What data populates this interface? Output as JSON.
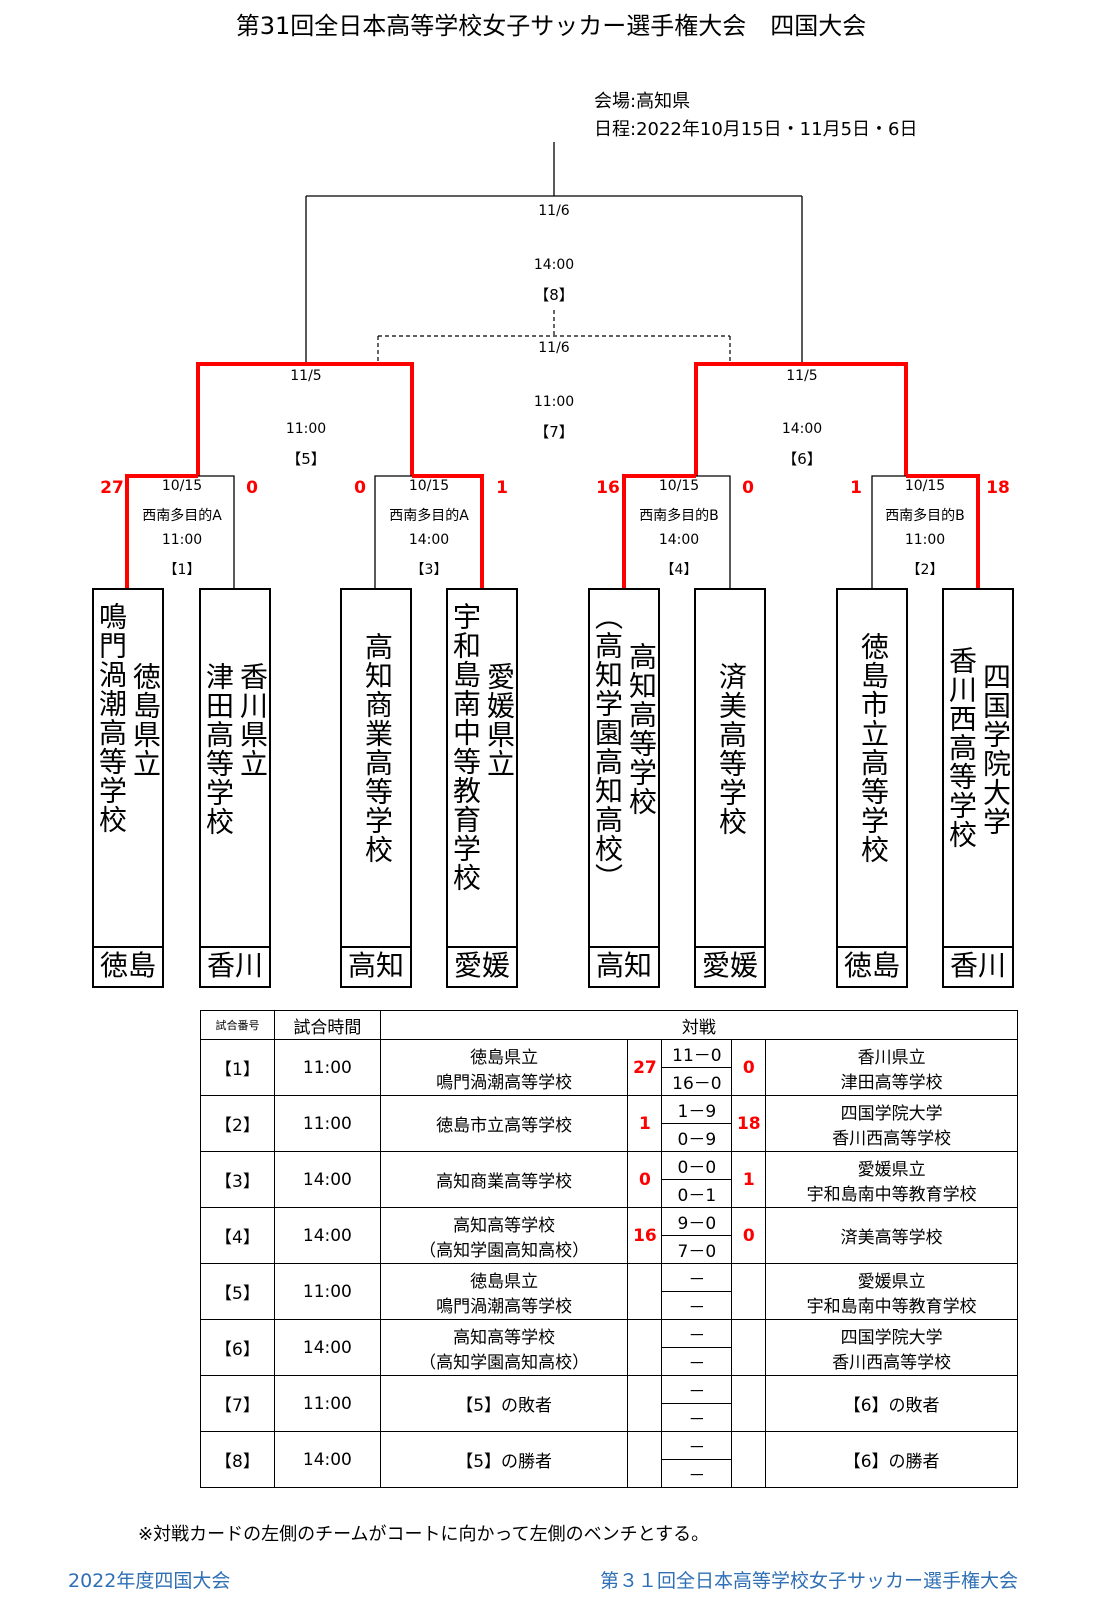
{
  "title": "第31回全日本高等学校女子サッカー選手権大会　四国大会",
  "venue": "会場:高知県",
  "schedule": "日程:2022年10月15日・11月5日・6日",
  "final": {
    "date": "11/6",
    "time": "14:00",
    "num": "【8】"
  },
  "third": {
    "date": "11/6",
    "time": "11:00",
    "num": "【7】"
  },
  "semi5": {
    "date": "11/5",
    "time": "11:00",
    "num": "【5】"
  },
  "semi6": {
    "date": "11/5",
    "time": "14:00",
    "num": "【6】"
  },
  "r1": [
    {
      "date": "10/15",
      "place": "西南多目的A",
      "time": "11:00",
      "num": "【1】",
      "left": "27",
      "right": "0"
    },
    {
      "date": "10/15",
      "place": "西南多目的A",
      "time": "14:00",
      "num": "【3】",
      "left": "0",
      "right": "1"
    },
    {
      "date": "10/15",
      "place": "西南多目的B",
      "time": "14:00",
      "num": "【4】",
      "left": "16",
      "right": "0"
    },
    {
      "date": "10/15",
      "place": "西南多目的B",
      "time": "11:00",
      "num": "【2】",
      "left": "1",
      "right": "18"
    }
  ],
  "teams": [
    {
      "col1": "徳島県立",
      "col2": "鳴門渦潮高等学校",
      "pref": "徳島"
    },
    {
      "col1": "香川県立",
      "col2": "津田高等学校",
      "pref": "香川"
    },
    {
      "col1": "高知商業高等学校",
      "col2": "",
      "pref": "高知"
    },
    {
      "col1": "愛媛県立",
      "col2": "宇和島南中等教育学校",
      "pref": "愛媛"
    },
    {
      "col1": "高知高等学校",
      "col2": "（高知学園高知高校）",
      "pref": "高知"
    },
    {
      "col1": "済美高等学校",
      "col2": "",
      "pref": "愛媛"
    },
    {
      "col1": "徳島市立高等学校",
      "col2": "",
      "pref": "徳島"
    },
    {
      "col1": "四国学院大学",
      "col2": "香川西高等学校",
      "pref": "香川"
    }
  ],
  "table": {
    "headers": [
      "試合番号",
      "試合時間",
      "対戦"
    ],
    "rows": [
      {
        "num": "【1】",
        "time": "11:00",
        "left": [
          "徳島県立",
          "鳴門渦潮高等学校"
        ],
        "ls": "27",
        "h1": "11－0",
        "h2": "16－0",
        "rs": "0",
        "right": [
          "香川県立",
          "津田高等学校"
        ]
      },
      {
        "num": "【2】",
        "time": "11:00",
        "left": [
          "徳島市立高等学校"
        ],
        "ls": "1",
        "h1": "1－9",
        "h2": "0－9",
        "rs": "18",
        "right": [
          "四国学院大学",
          "香川西高等学校"
        ]
      },
      {
        "num": "【3】",
        "time": "14:00",
        "left": [
          "高知商業高等学校"
        ],
        "ls": "0",
        "h1": "0－0",
        "h2": "0－1",
        "rs": "1",
        "right": [
          "愛媛県立",
          "宇和島南中等教育学校"
        ]
      },
      {
        "num": "【4】",
        "time": "14:00",
        "left": [
          "高知高等学校",
          "（高知学園高知高校）"
        ],
        "ls": "16",
        "h1": "9－0",
        "h2": "7－0",
        "rs": "0",
        "right": [
          "済美高等学校"
        ]
      },
      {
        "num": "【5】",
        "time": "11:00",
        "left": [
          "徳島県立",
          "鳴門渦潮高等学校"
        ],
        "ls": "",
        "h1": "－",
        "h2": "－",
        "rs": "",
        "right": [
          "愛媛県立",
          "宇和島南中等教育学校"
        ]
      },
      {
        "num": "【6】",
        "time": "14:00",
        "left": [
          "高知高等学校",
          "（高知学園高知高校）"
        ],
        "ls": "",
        "h1": "－",
        "h2": "－",
        "rs": "",
        "right": [
          "四国学院大学",
          "香川西高等学校"
        ]
      },
      {
        "num": "【7】",
        "time": "11:00",
        "left": [
          "【5】の敗者"
        ],
        "ls": "",
        "h1": "－",
        "h2": "－",
        "rs": "",
        "right": [
          "【6】の敗者"
        ]
      },
      {
        "num": "【8】",
        "time": "14:00",
        "left": [
          "【5】の勝者"
        ],
        "ls": "",
        "h1": "－",
        "h2": "－",
        "rs": "",
        "right": [
          "【6】の勝者"
        ]
      }
    ]
  },
  "note": "※対戦カードの左側のチームがコートに向かって左側のベンチとする。",
  "footer_left": "2022年度四国大会",
  "footer_right": "第３１回全日本高等学校女子サッカー選手権大会"
}
